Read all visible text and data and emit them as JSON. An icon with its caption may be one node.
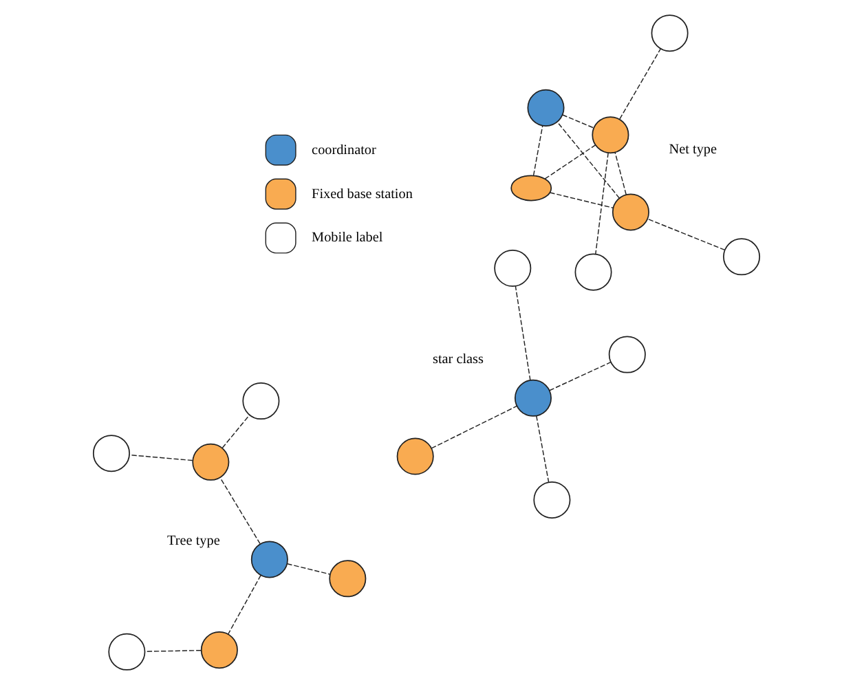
{
  "diagram": {
    "nodes": [
      {
        "text": [],
        "shape": "circle"
      },
      {
        "text": [],
        "shape": "circle"
      },
      {
        "text": [],
        "shape": "circle"
      },
      {
        "text": [],
        "shape": "circle"
      },
      {
        "text": [],
        "shape": "circle"
      },
      {
        "text": [],
        "shape": "ellipse"
      },
      {
        "text": [],
        "shape": "circle"
      },
      {
        "text": [],
        "shape": "circle"
      },
      {
        "text": [],
        "shape": "circle"
      },
      {
        "text": [],
        "shape": "circle"
      },
      {
        "text": [],
        "shape": "circle"
      },
      {
        "text": [],
        "shape": "circle"
      },
      {
        "text": [],
        "shape": "circle"
      },
      {
        "text": [],
        "shape": "circle"
      },
      {
        "text": [],
        "shape": "circle"
      },
      {
        "text": [],
        "shape": "circle"
      },
      {
        "text": [],
        "shape": "circle"
      },
      {
        "text": [],
        "shape": "circle"
      },
      {
        "text": [],
        "shape": "circle"
      }
    ],
    "edges": [
      {
        "from": 0,
        "to": 1,
        "arrow": "none",
        "style": "dashed"
      },
      {
        "from": 1,
        "to": 2,
        "arrow": "none",
        "style": "dashed"
      },
      {
        "from": 1,
        "to": 3,
        "arrow": "none",
        "style": "dashed"
      },
      {
        "from": 1,
        "to": 4,
        "arrow": "none",
        "style": "dashed"
      },
      {
        "from": 5,
        "to": 7,
        "arrow": "none",
        "style": "dashed"
      },
      {
        "from": 5,
        "to": 8,
        "arrow": "none",
        "style": "dashed"
      },
      {
        "from": 5,
        "to": 9,
        "arrow": "none",
        "style": "dashed"
      },
      {
        "from": 6,
        "to": 7,
        "arrow": "none",
        "style": "dashed"
      },
      {
        "from": 7,
        "to": 8,
        "arrow": "none",
        "style": "dashed"
      },
      {
        "from": 7,
        "to": 9,
        "arrow": "none",
        "style": "dashed"
      },
      {
        "from": 8,
        "to": 9,
        "arrow": "none",
        "style": "dashed"
      },
      {
        "from": 9,
        "to": 10,
        "arrow": "none",
        "style": "dashed"
      },
      {
        "from": 9,
        "to": 11,
        "arrow": "none",
        "style": "dashed"
      },
      {
        "from": 13,
        "to": 12,
        "arrow": "none",
        "style": "dashed"
      },
      {
        "from": 14,
        "to": 13,
        "arrow": "none",
        "style": "dashed"
      },
      {
        "from": 14,
        "to": 15,
        "arrow": "none",
        "style": "dashed"
      },
      {
        "from": 14,
        "to": 17,
        "arrow": "none",
        "style": "dashed"
      },
      {
        "from": 15,
        "to": 16,
        "arrow": "none",
        "style": "dashed"
      },
      {
        "from": 15,
        "to": 18,
        "arrow": "none",
        "style": "dashed"
      }
    ],
    "labels": [
      "star class",
      "Net type",
      "Tree type"
    ],
    "legend": [
      {
        "text": "coordinator",
        "color": "#4a8fcc"
      },
      {
        "text": "Fixed base station",
        "color": "#f9ab51"
      },
      {
        "text": "Mobile label",
        "color": "#ffffff"
      }
    ]
  }
}
